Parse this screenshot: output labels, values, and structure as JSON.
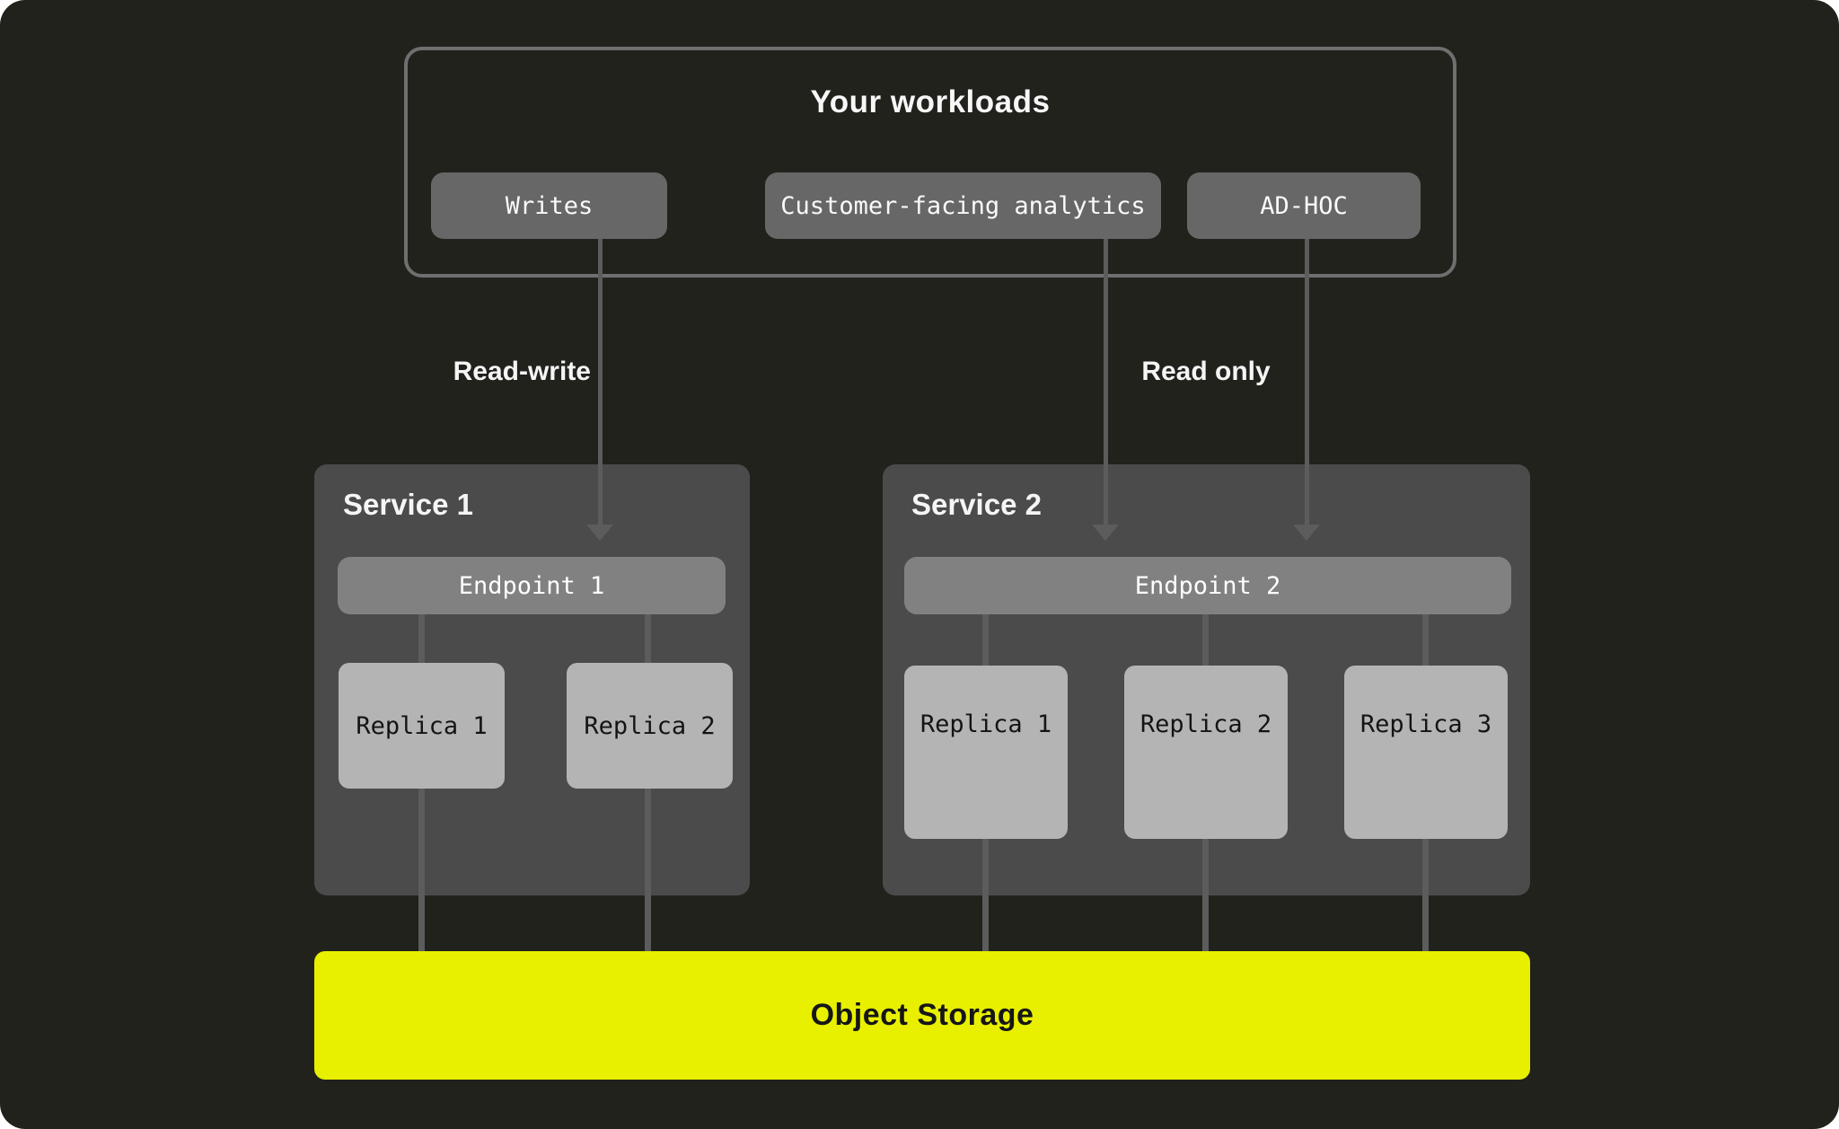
{
  "canvas": {
    "background": "#21221c",
    "outside_background": "#ffffff"
  },
  "workloads": {
    "title": "Your workloads",
    "buttons": [
      {
        "label": "Writes"
      },
      {
        "label": "Customer-facing analytics"
      },
      {
        "label": "AD-HOC"
      }
    ]
  },
  "edges": {
    "read_write_label": "Read-write",
    "read_only_label": "Read only",
    "line_color": "#5c5c5c"
  },
  "services": [
    {
      "title": "Service 1",
      "endpoint": "Endpoint 1",
      "replicas": [
        "Replica 1",
        "Replica 2"
      ]
    },
    {
      "title": "Service 2",
      "endpoint": "Endpoint 2",
      "replicas": [
        "Replica 1",
        "Replica 2",
        "Replica 3"
      ]
    }
  ],
  "storage": {
    "label": "Object Storage",
    "color": "#e8f000"
  }
}
